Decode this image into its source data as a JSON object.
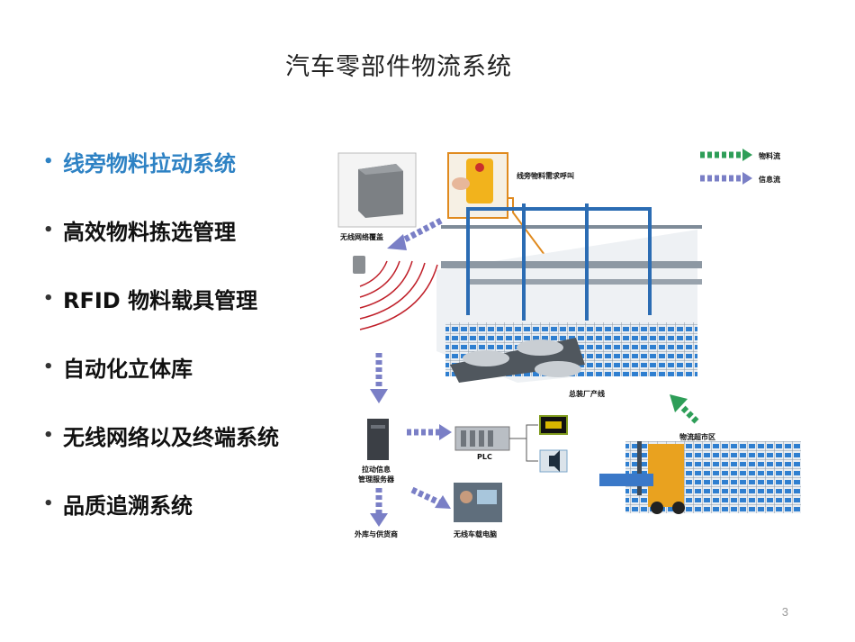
{
  "title": "汽车零部件物流系统",
  "bullets": [
    {
      "text": "线旁物料拉动系统",
      "active": true
    },
    {
      "text": "高效物料拣选管理",
      "active": false
    },
    {
      "text": "RFID 物料载具管理",
      "active": false
    },
    {
      "text": "自动化立体库",
      "active": false
    },
    {
      "text": "无线网络以及终端系统",
      "active": false
    },
    {
      "text": "品质追溯系统",
      "active": false
    }
  ],
  "diagram": {
    "legend": {
      "material_flow": "物料流",
      "info_flow": "信息流"
    },
    "labels": {
      "wireless_coverage": "无线网络覆盖",
      "line_call": "线旁物料需求呼叫",
      "assembly_plant": "总装厂产线",
      "server": "拉动信息\n管理服务器",
      "plc": "PLC",
      "logistics_area": "物流超市区",
      "outer_supplier": "外库与供货商",
      "wireless_pc": "无线车载电脑"
    }
  },
  "colors": {
    "accent": "#2e82c4",
    "material_flow": "#2e9e58",
    "info_flow": "#7a7fc6",
    "signal": "#c0202a"
  },
  "page_number": "3"
}
